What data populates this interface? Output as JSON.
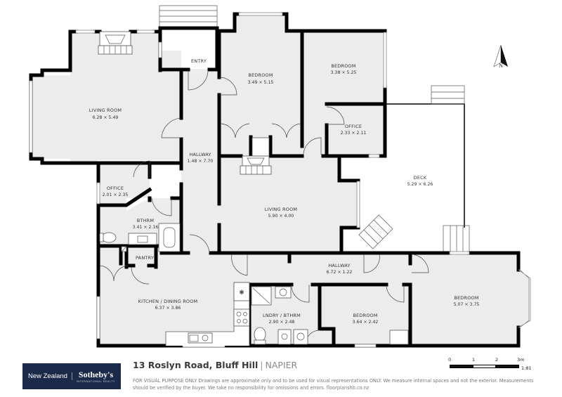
{
  "rooms": [
    {
      "id": "living-room-1",
      "name": "LIVING ROOM",
      "dims": "6.28 × 5.49"
    },
    {
      "id": "entry",
      "name": "ENTRY",
      "dims": ""
    },
    {
      "id": "bedroom-1",
      "name": "BEDROOM",
      "dims": "3.49 × 5.15"
    },
    {
      "id": "bedroom-2",
      "name": "BEDROOM",
      "dims": "3.38 × 5.25"
    },
    {
      "id": "office-1",
      "name": "OFFICE",
      "dims": "2.33 × 2.11"
    },
    {
      "id": "hallway-1",
      "name": "HALLWAY",
      "dims": "1.48 × 7.70"
    },
    {
      "id": "deck",
      "name": "DECK",
      "dims": "5.29 × 6.26"
    },
    {
      "id": "office-2",
      "name": "OFFICE",
      "dims": "2.01 × 2.35"
    },
    {
      "id": "living-room-2",
      "name": "LIVING ROOM",
      "dims": "5.90 × 4.00"
    },
    {
      "id": "bthrm",
      "name": "BTHRM",
      "dims": "3.41 × 2.16"
    },
    {
      "id": "pantry",
      "name": "PANTRY",
      "dims": ""
    },
    {
      "id": "hallway-2",
      "name": "HALLWAY",
      "dims": "6.72 × 1.22"
    },
    {
      "id": "kitchen",
      "name": "KITCHEN / DINING ROOM",
      "dims": "6.37 × 3.86"
    },
    {
      "id": "lndry",
      "name": "LNDRY / BTHRM",
      "dims": "2.90 × 2.48"
    },
    {
      "id": "bedroom-3",
      "name": "BEDROOM",
      "dims": "3.64 × 2.42"
    },
    {
      "id": "bedroom-4",
      "name": "BEDROOM",
      "dims": "5.07 × 3.75"
    }
  ],
  "compass": {
    "label": "N"
  },
  "footer": {
    "logo": {
      "region": "New Zealand",
      "brand": "Sotheby's",
      "tagline": "INTERNATIONAL REALTY"
    },
    "address": {
      "street": "13 Roslyn Road, Bluff Hill",
      "separator": "|",
      "city": "NAPIER"
    },
    "disclaimer": "FOR VISUAL PURPOSE ONLY Drawings are approximate only and to be used for visual representations ONLY. We measure internal spaces and not the exterior. Measurements should be verified by the buyer. We take no responsibility for omissions and errors. floorplanshb.co.nz",
    "scale": {
      "ticks": [
        "0",
        "1",
        "2",
        "3m"
      ],
      "ratio": "1:81"
    }
  },
  "colors": {
    "floor": "#ececec",
    "wall": "#000000",
    "logo_bg": "#1c2a4a"
  }
}
